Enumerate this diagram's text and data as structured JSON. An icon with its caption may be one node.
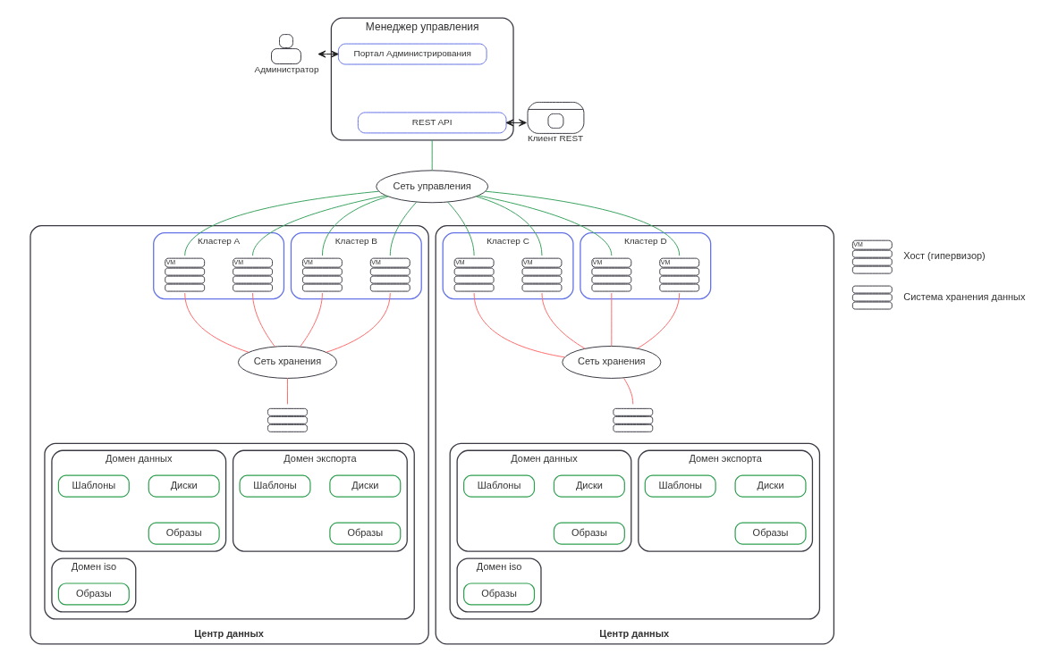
{
  "diagram": {
    "nodes": [
      {
        "text": [],
        "shape": "person",
        "beside": [
          "Администратор"
        ]
      },
      {
        "text": [
          "Менеджер управления"
        ]
      },
      {
        "text": [
          "Портал Администрирования"
        ],
        "in": 1
      },
      {
        "text": [
          "REST API"
        ],
        "in": 1
      },
      {
        "text": [],
        "shape": "picture",
        "beside": [
          "Клиент REST"
        ]
      },
      {
        "text": [
          "Сеть управления"
        ]
      },
      {
        "text": [
          "Центр данных"
        ]
      },
      {
        "text": [
          "Кластер A"
        ],
        "in": 6
      },
      {
        "text": [
          "VM"
        ],
        "in": 7
      },
      {
        "text": [
          "VM"
        ],
        "in": 7
      },
      {
        "text": [
          "Кластер B"
        ],
        "in": 6
      },
      {
        "text": [
          "VM"
        ],
        "in": 10
      },
      {
        "text": [
          "VM"
        ],
        "in": 10
      },
      {
        "text": [
          "Сеть хранения"
        ],
        "in": 6
      },
      {
        "text": [],
        "shape": "server",
        "in": 6
      },
      {
        "text": [],
        "shape": "box",
        "in": 6
      },
      {
        "text": [
          "Домен данных"
        ],
        "in": 15
      },
      {
        "text": [
          "Шаблоны"
        ],
        "in": 16
      },
      {
        "text": [
          "Диски"
        ],
        "in": 16
      },
      {
        "text": [
          "Образы"
        ],
        "in": 16
      },
      {
        "text": [
          "Домен экспорта"
        ],
        "in": 15
      },
      {
        "text": [
          "Шаблоны"
        ],
        "in": 20
      },
      {
        "text": [
          "Диски"
        ],
        "in": 20
      },
      {
        "text": [
          "Образы"
        ],
        "in": 20
      },
      {
        "text": [
          "Домен iso"
        ],
        "in": 15
      },
      {
        "text": [
          "Образы"
        ],
        "in": 24
      },
      {
        "text": [
          "Центр данных"
        ]
      },
      {
        "text": [
          "Кластер C"
        ],
        "in": 26
      },
      {
        "text": [
          "VM"
        ],
        "in": 27
      },
      {
        "text": [
          "VM"
        ],
        "in": 27
      },
      {
        "text": [
          "Кластер D"
        ],
        "in": 26
      },
      {
        "text": [
          "VM"
        ],
        "in": 30
      },
      {
        "text": [
          "VM"
        ],
        "in": 30
      },
      {
        "text": [
          "Сеть хранения"
        ],
        "in": 26
      },
      {
        "text": [],
        "shape": "server",
        "in": 26
      },
      {
        "text": [],
        "shape": "box",
        "in": 26
      },
      {
        "text": [
          "Домен данных"
        ],
        "in": 35
      },
      {
        "text": [
          "Шаблоны"
        ],
        "in": 36
      },
      {
        "text": [
          "Диски"
        ],
        "in": 36
      },
      {
        "text": [
          "Образы"
        ],
        "in": 36
      },
      {
        "text": [
          "Домен экспорта"
        ],
        "in": 35
      },
      {
        "text": [
          "Шаблоны"
        ],
        "in": 40
      },
      {
        "text": [
          "Диски"
        ],
        "in": 40
      },
      {
        "text": [
          "Образы"
        ],
        "in": 40
      },
      {
        "text": [
          "Домен iso"
        ],
        "in": 35
      },
      {
        "text": [
          "Образы"
        ],
        "in": 44
      }
    ],
    "edges": [
      {
        "from": 0,
        "to": 2,
        "arrow": "both",
        "color": "#222222"
      },
      {
        "from": 3,
        "to": 4,
        "arrow": "both",
        "color": "#222222"
      },
      {
        "from": 1,
        "to": 5,
        "arrow": "none",
        "color": "#3aa35f"
      },
      {
        "from": 5,
        "to": 8,
        "arrow": "none",
        "color": "#3aa35f"
      },
      {
        "from": 5,
        "to": 9,
        "arrow": "none",
        "color": "#3aa35f"
      },
      {
        "from": 5,
        "to": 11,
        "arrow": "none",
        "color": "#3aa35f"
      },
      {
        "from": 5,
        "to": 12,
        "arrow": "none",
        "color": "#3aa35f"
      },
      {
        "from": 5,
        "to": 28,
        "arrow": "none",
        "color": "#3aa35f"
      },
      {
        "from": 5,
        "to": 29,
        "arrow": "none",
        "color": "#3aa35f"
      },
      {
        "from": 5,
        "to": 31,
        "arrow": "none",
        "color": "#3aa35f"
      },
      {
        "from": 5,
        "to": 32,
        "arrow": "none",
        "color": "#3aa35f"
      },
      {
        "from": 8,
        "to": 13,
        "arrow": "none",
        "color": "#ff6b6b"
      },
      {
        "from": 9,
        "to": 13,
        "arrow": "none",
        "color": "#ff6b6b"
      },
      {
        "from": 11,
        "to": 13,
        "arrow": "none",
        "color": "#ff6b6b"
      },
      {
        "from": 12,
        "to": 13,
        "arrow": "none",
        "color": "#ff6b6b"
      },
      {
        "from": 13,
        "to": 14,
        "arrow": "none",
        "color": "#ff6b6b"
      },
      {
        "from": 28,
        "to": 33,
        "arrow": "none",
        "color": "#ff6b6b"
      },
      {
        "from": 29,
        "to": 33,
        "arrow": "none",
        "color": "#ff6b6b"
      },
      {
        "from": 31,
        "to": 33,
        "arrow": "none",
        "color": "#ff6b6b"
      },
      {
        "from": 32,
        "to": 33,
        "arrow": "none",
        "color": "#ff6b6b"
      },
      {
        "from": 33,
        "to": 34,
        "arrow": "none",
        "color": "#ff6b6b"
      }
    ],
    "labels": [
      "VM"
    ],
    "legend": [
      {
        "text": "Хост (гипервизор)"
      },
      {
        "text": "Система хранения данных"
      }
    ]
  }
}
